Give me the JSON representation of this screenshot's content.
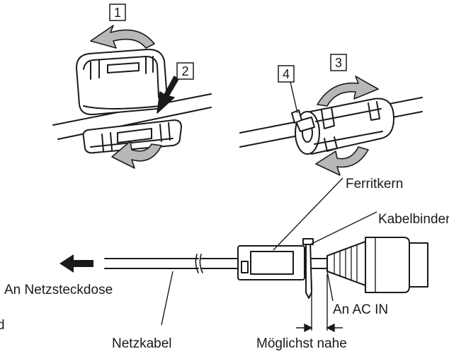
{
  "steps": [
    "1",
    "2",
    "3",
    "4"
  ],
  "labels": {
    "ferrite_core": "Ferritkern",
    "cable_tie": "Kabelbinder",
    "to_outlet": "An Netzsteckdose",
    "to_ac_in": "An AC IN",
    "power_cable": "Netzkabel",
    "as_close_as_possible": "Möglichst nahe",
    "cut_off_fragment": "d"
  },
  "colors": {
    "line": "#1a1a1a",
    "arrow_fill": "#b8b8b8",
    "background": "#ffffff"
  }
}
